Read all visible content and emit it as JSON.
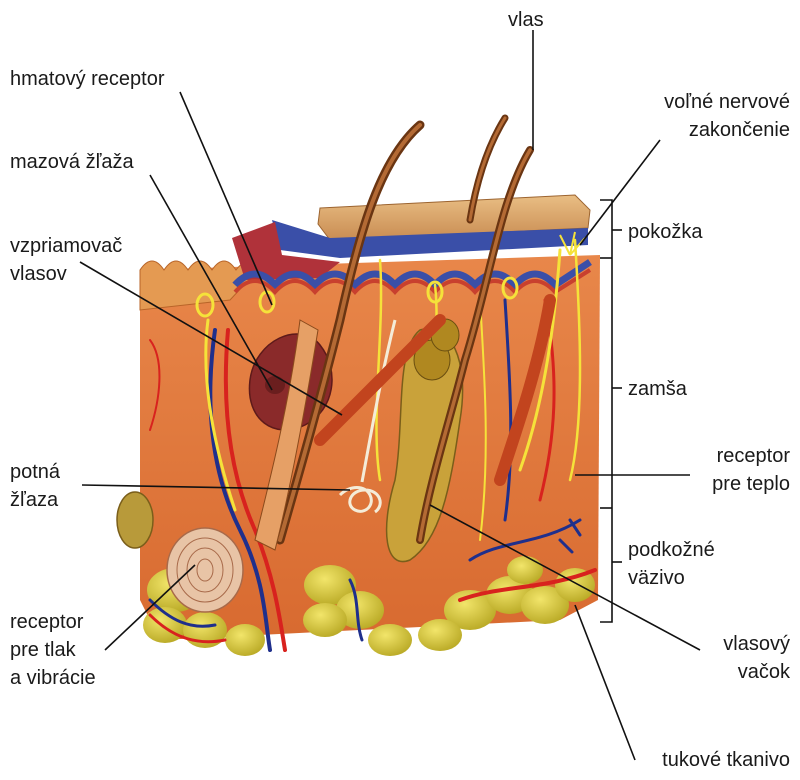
{
  "labels": {
    "vlas": "vlas",
    "hmatovy_receptor": "hmatový receptor",
    "mazova_zlaza": "mazová žľaža",
    "vzpriamovac_line1": "vzpriamovač",
    "vzpriamovac_line2": "vlasov",
    "volne_line1": "voľné nervové",
    "volne_line2": "zakončenie",
    "pokozka": "pokožka",
    "zamsa": "zamša",
    "receptor_teplo_line1": "receptor",
    "receptor_teplo_line2": "pre teplo",
    "potna_line1": "potná",
    "potna_line2": "žľaza",
    "podkozne_line1": "podkožné",
    "podkozne_line2": "väzivo",
    "receptor_tlak_line1": "receptor",
    "receptor_tlak_line2": "pre tlak",
    "receptor_tlak_line3": "a vibrácie",
    "vlasovy_line1": "vlasový",
    "vlasovy_line2": "vačok",
    "tukove_tkanivo": "tukové tkanivo"
  },
  "colors": {
    "epidermis_top": "#d8a36a",
    "epidermis_layer_blue": "#3a4fa8",
    "epidermis_layer_red": "#b0323a",
    "dermis": "#e07a3a",
    "dermis_dark": "#c65a2a",
    "fat": "#d8c83a",
    "fat_dark": "#a89a1e",
    "artery": "#d8221e",
    "vein": "#1f2f8c",
    "nerve": "#f5e23a",
    "hair": "#8a4a1c",
    "gland": "#8a2a2a",
    "follicle": "#c9a23a"
  }
}
